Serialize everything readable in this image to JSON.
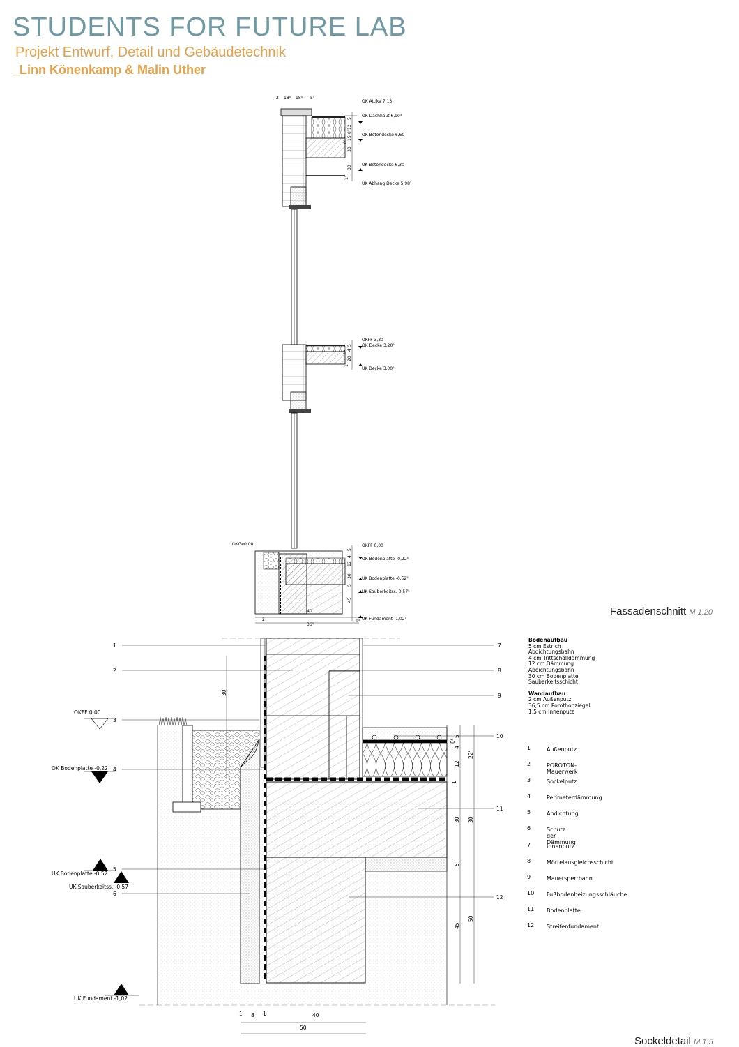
{
  "header": {
    "title": "STUDENTS FOR FUTURE LAB",
    "subtitle": "Projekt Entwurf, Detail und Gebäudetechnik",
    "authors": "_Linn Könenkamp & Malin Uther"
  },
  "facade_section": {
    "caption": "Fassadenschnitt",
    "scale": "M 1:20",
    "top_dims": [
      "2",
      "18⁵",
      "18⁵",
      "5⁵"
    ],
    "levels": [
      "OK Attika 7,13",
      "OK Dachhaut 6,90⁵",
      "OK Betondecke 6,60",
      "UK Betondecke 6,30",
      "UK Abhang Decke 5,98⁵",
      "OKFF 3,30",
      "OK Decke 3,20⁵",
      "UK Decke 3,00⁵",
      "OKFF 0,00",
      "OK Bodenplatte -0,22⁵",
      "UK Bodenplatte -0,52⁵",
      "UK Sauberkeitss.-0,57⁵",
      "UK Fundament -1,02⁵"
    ],
    "okge": "OKGe0,00",
    "roof_dims": [
      "5",
      "12",
      "0⁵",
      "15",
      "0⁵",
      "30",
      "30",
      "1⁵"
    ],
    "mid_dims": [
      "5",
      "4",
      "1⁵",
      "20",
      "1⁵"
    ],
    "base_dims": [
      "5",
      "4",
      "12",
      "30",
      "5",
      "45"
    ],
    "bottom_dims": [
      "40",
      "2",
      "36⁵",
      "1⁵"
    ]
  },
  "socle_detail": {
    "caption": "Sockeldetail",
    "scale": "M 1:5",
    "left_levels": [
      "OKFF 0,00",
      "OK Bodenplatte -0,22",
      "UK Bodenplatte -0,52",
      "UK Sauberkeitss. -0,57",
      "UK Fundament -1,02"
    ],
    "left_nums": [
      "1",
      "2",
      "3",
      "4",
      "5",
      "6"
    ],
    "right_nums": [
      "7",
      "8",
      "9",
      "10",
      "11",
      "12"
    ],
    "dims_inner": [
      "30",
      "5",
      "0⁵",
      "4",
      "12",
      "1",
      "30",
      "5",
      "45"
    ],
    "dims_outer": [
      "22⁵",
      "30",
      "50"
    ],
    "dim_30": "30",
    "bottom_dims": [
      "1",
      "8",
      "1",
      "40",
      "50"
    ]
  },
  "bodenaufbau": {
    "title": "Bodenaufbau",
    "lines": [
      "5 cm Estrich",
      "Abdichtungsbahn",
      "4 cm Trittschalldämmung",
      "12 cm Dämmung",
      "Abdichtungsbahn",
      "30 cm Bodenplatte",
      "Sauberkeitsschicht"
    ]
  },
  "wandaufbau": {
    "title": "Wandaufbau",
    "lines": [
      "2 cm Außenputz",
      "36,5 cm Porothonziegel",
      "1,5 cm Innenputz"
    ]
  },
  "legend": [
    {
      "num": "1",
      "label": "Außenputz"
    },
    {
      "num": "2",
      "label": "POROTON-Mauerwerk"
    },
    {
      "num": "3",
      "label": "Sockelputz"
    },
    {
      "num": "4",
      "label": "Perimeterdämmung"
    },
    {
      "num": "5",
      "label": "Abdichtung"
    },
    {
      "num": "6",
      "label": "Schutz der Dämmung"
    },
    {
      "num": "7",
      "label": "Innenputz"
    },
    {
      "num": "8",
      "label": "Mörtelausgleichsschicht"
    },
    {
      "num": "9",
      "label": "Mauersperrbahn"
    },
    {
      "num": "10",
      "label": "Fußbodenheizungsschläuche"
    },
    {
      "num": "11",
      "label": "Bodenplatte"
    },
    {
      "num": "12",
      "label": "Streifenfundament"
    }
  ]
}
